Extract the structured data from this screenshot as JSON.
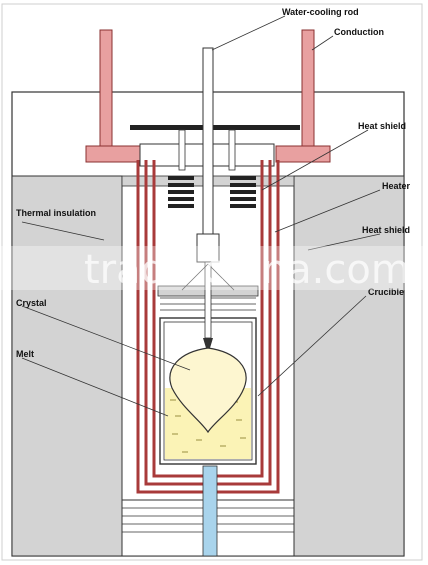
{
  "labels": {
    "water_cooling_rod": "Water-cooling rod",
    "conduction": "Conduction",
    "heat_shield_top": "Heat shield",
    "heater": "Heater",
    "thermal_insulation": "Thermal insulation",
    "heat_shield_side": "Heat shield",
    "crucible": "Crucible",
    "crystal": "Crystal",
    "melt": "Melt"
  },
  "watermark": "trade.china.com",
  "colors": {
    "insulation": "#d3d3d3",
    "conduction": "#e8a0a0",
    "heater": "#a83a3a",
    "melt": "#fbf3b6",
    "crystal": "#fdf6d0",
    "water": "#a9d4ec",
    "outline": "#333333"
  }
}
